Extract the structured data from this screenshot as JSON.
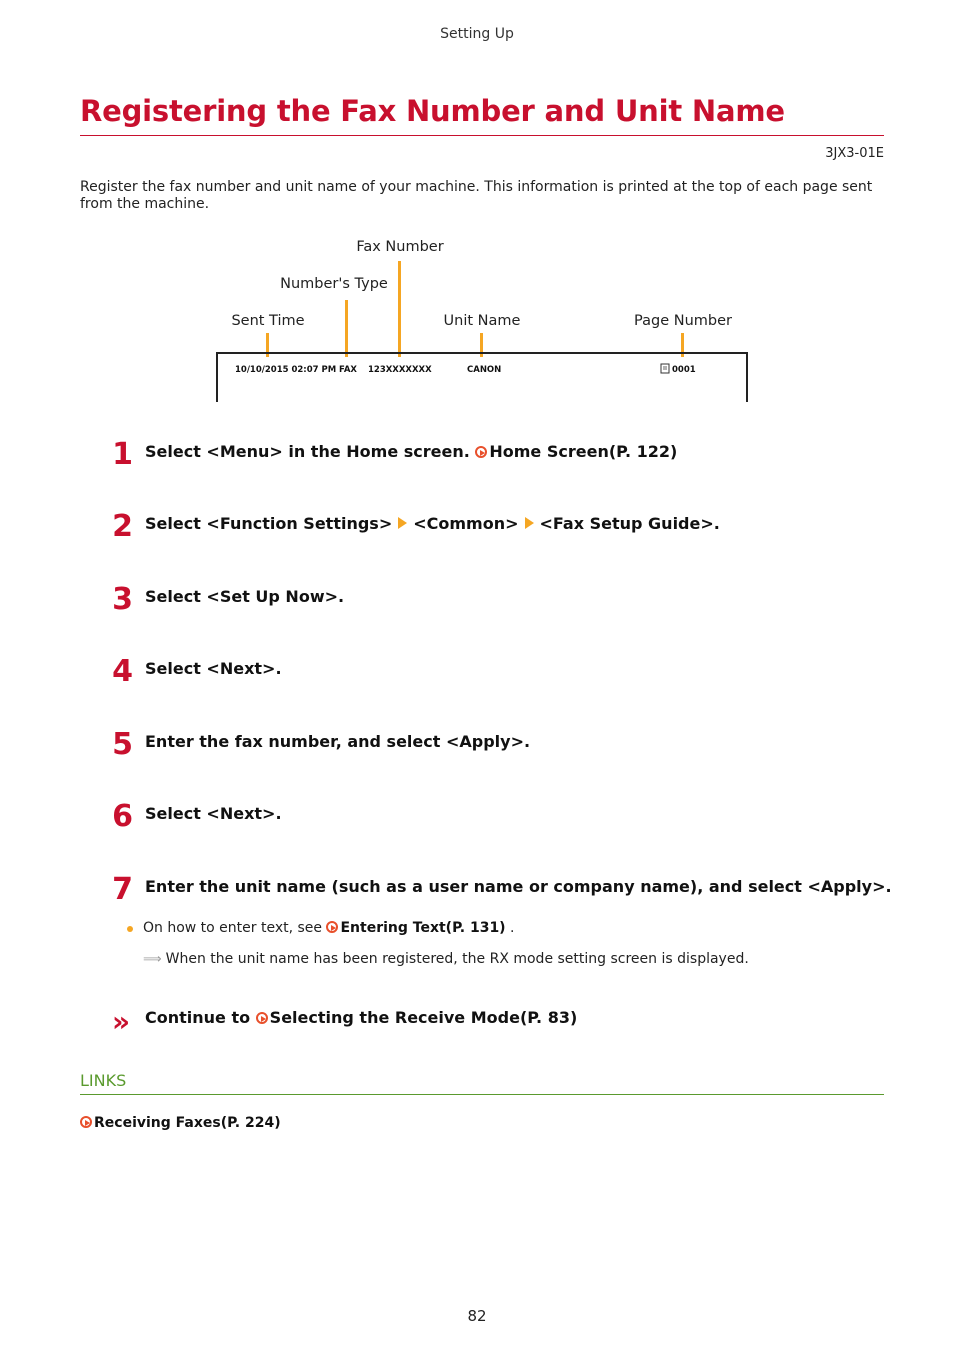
{
  "header": {
    "section": "Setting Up"
  },
  "title": "Registering the Fax Number and Unit Name",
  "doc_code": "3JX3-01E",
  "intro": "Register the fax number and unit name of your machine. This information is printed at the top of each page sent from the machine.",
  "diagram": {
    "labels": {
      "fax_number": "Fax Number",
      "numbers_type": "Number's Type",
      "sent_time": "Sent Time",
      "unit_name": "Unit Name",
      "page_number": "Page Number"
    },
    "sample": {
      "date_time": "10/10/2015  02:07 PM",
      "type": "FAX",
      "number": "123XXXXXXX",
      "unit": "CANON",
      "page": "0001"
    },
    "accent_color": "#f5a623"
  },
  "steps": [
    {
      "num": "1",
      "text": "Select <Menu> in the Home screen. ",
      "link": "Home Screen(P. 122)"
    },
    {
      "num": "2",
      "part1": "Select <Function Settings>",
      "part2": "<Common>",
      "part3": "<Fax Setup Guide>."
    },
    {
      "num": "3",
      "text": "Select <Set Up Now>."
    },
    {
      "num": "4",
      "text": "Select <Next>."
    },
    {
      "num": "5",
      "text": "Enter the fax number, and select <Apply>."
    },
    {
      "num": "6",
      "text": "Select <Next>."
    },
    {
      "num": "7",
      "text": "Enter the unit name (such as a user name or company name), and select <Apply>."
    }
  ],
  "step7_bullet": {
    "prefix": "On how to enter text, see ",
    "link": "Entering Text(P. 131)",
    "suffix": " ."
  },
  "step7_result": "When the unit name has been registered, the RX mode setting screen is displayed.",
  "continue": {
    "prefix": "Continue to ",
    "link": "Selecting the Receive Mode(P. 83)"
  },
  "links": {
    "label": "LINKS",
    "items": [
      "Receiving Faxes(P. 224)"
    ]
  },
  "page_number": "82",
  "colors": {
    "title": "#c8102e",
    "links_green": "#5a9a2e",
    "link_icon": "#e8502c"
  }
}
